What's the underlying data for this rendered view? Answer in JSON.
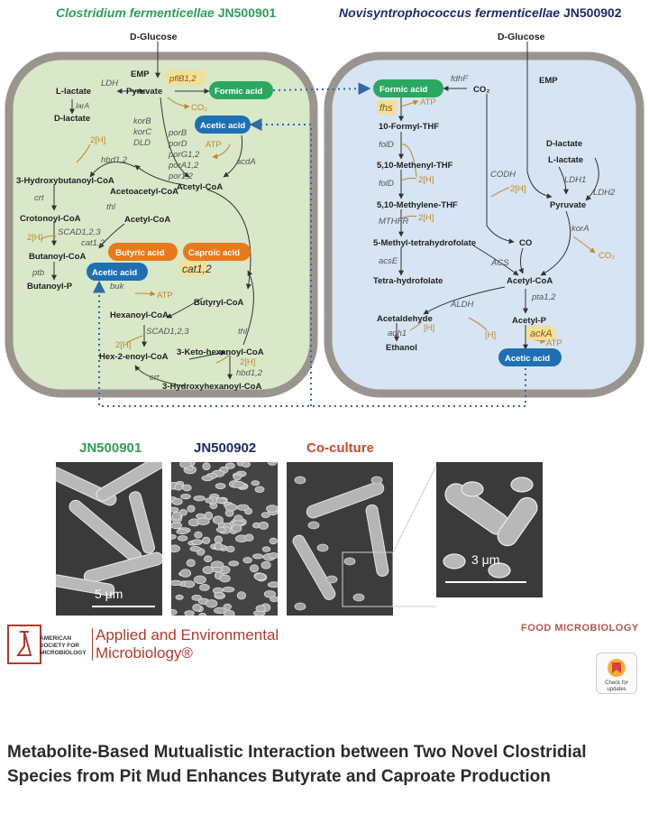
{
  "header": {
    "left_species": "Clostridium fermenticellae",
    "left_strain": "JN500901",
    "right_species": "Novisyntrophococcus fermenticellae",
    "right_strain": "JN500902"
  },
  "colors": {
    "green_text": "#2f9d57",
    "navy_text": "#1f2a6b",
    "left_cell": "#d8e8c8",
    "right_cell": "#d6e4f3",
    "cell_border": "#9a948e",
    "formic_pill": "#2aa862",
    "acetic_pill": "#1f6fb3",
    "butyric_pill": "#e87a1c",
    "gold_text": "#c0892a",
    "highlight": "#f4df9a",
    "dot_line": "#2f6aa8"
  },
  "left_cell": {
    "d_glucose": "D-Glucose",
    "emp": "EMP",
    "pyruvate": "Pyruvate",
    "ldh": "LDH",
    "l_lactate": "L-lactate",
    "d_lactate": "D-lactate",
    "lara": "larA",
    "pflb": "pflB1,2",
    "formic": "Formic acid",
    "co2": "CO₂",
    "acetic": "Acetic acid",
    "korb": "korB",
    "korc": "korC",
    "dld": "DLD",
    "porb": "porB",
    "pord": "porD",
    "porg": "porG1,2",
    "pora": "porA1,2",
    "por1": "por1,2",
    "atp": "ATP",
    "acda": "acdA",
    "h2": "2[H]",
    "hbd": "hbd1,2",
    "hydroxybutanoyl": "3-Hydroxybutanoyl-CoA",
    "acetoacetyl": "Acetoacetyl-CoA",
    "crt": "crt",
    "thl": "thl",
    "crotonoyl": "Crotonoyl-CoA",
    "acetylcoa_inner": "Acetyl-CoA",
    "acetylcoa": "Acetyl-CoA",
    "scad": "SCAD1,2,3",
    "cat": "cat1,2",
    "butanoylcoa": "Butanoyl-CoA",
    "butyric": "Butyric acid",
    "caproic": "Caproic acid",
    "ptb": "ptb",
    "acetic2": "Acetic acid",
    "cat_big": "cat1,2",
    "butanoylp": "Butanoyl-P",
    "buk": "buk",
    "butyryl": "Butyryl-CoA",
    "hexanoyl": "Hexanoyl-CoA",
    "scad2": "SCAD1,2,3",
    "hex2enoyl": "Hex-2-enoyl-CoA",
    "keto": "3-Keto-hexanoyl-CoA",
    "hydroxyhex": "3-Hydroxyhexanoyl-CoA",
    "crt2": "crt",
    "hbd2": "hbd1,2",
    "thl2": "thl"
  },
  "right_cell": {
    "d_glucose": "D-Glucose",
    "emp": "EMP",
    "formic": "Formic acid",
    "co2": "CO₂",
    "fdhf": "fdhF",
    "fhs": "fhs",
    "atp": "ATP",
    "formyl": "10-Formyl-THF",
    "fold": "folD",
    "methenyl": "5,10-Methenyl-THF",
    "fold2": "folD",
    "h2": "2[H]",
    "methylene": "5,10-Methylene-THF",
    "mthfr": "MTHFR",
    "h2b": "2[H]",
    "methyl": "5-Methyl-tetrahydrofolate",
    "codh": "CODH",
    "h2c": "2[H]",
    "co": "CO",
    "acse": "acsE",
    "acs": "ACS",
    "tetra": "Tetra-hydrofolate",
    "acetylcoa": "Acetyl-CoA",
    "dlactate": "D-lactate",
    "llactate": "L-lactate",
    "ldh1": "LDH1",
    "ldh2": "LDH2",
    "pyruvate": "Pyruvate",
    "kora": "korA",
    "co2b": "CO₂",
    "aldh": "ALDH",
    "acetaldehyde": "Acetaldehyde",
    "adh1": "adh1",
    "h1": "[H]",
    "h1b": "[H]",
    "ethanol": "Ethanol",
    "pta": "pta1,2",
    "acetylp": "Acetyl-P",
    "acka": "ackA",
    "atp2": "ATP",
    "acetic": "Acetic acid"
  },
  "micrographs": {
    "label_1": "JN500901",
    "label_2": "JN500902",
    "label_3": "Co-culture",
    "scale_1": "5 μm",
    "scale_2": "3 μm"
  },
  "footer": {
    "asm_line1": "AMERICAN",
    "asm_line2": "SOCIETY FOR",
    "asm_line3": "MICROBIOLOGY",
    "journal_line1": "Applied and Environmental",
    "journal_line2": "Microbiology®",
    "section": "FOOD MICROBIOLOGY",
    "check_updates": "Check for updates",
    "title": "Metabolite-Based Mutualistic Interaction between Two Novel Clostridial Species from Pit Mud Enhances Butyrate and Caproate Production"
  }
}
